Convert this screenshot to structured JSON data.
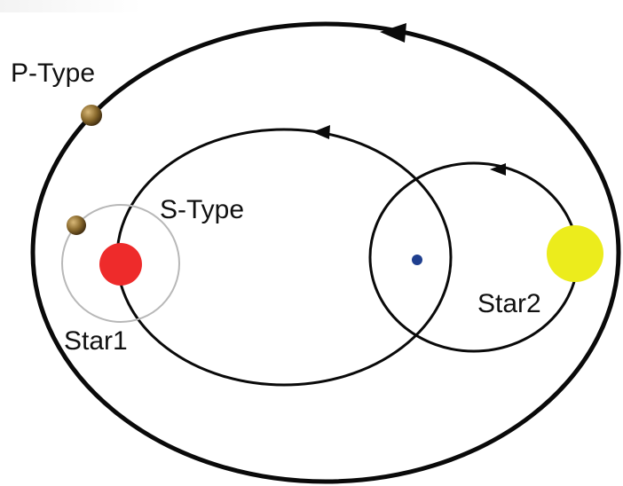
{
  "labels": {
    "p_type": "P-Type",
    "s_type": "S-Type",
    "star1": "Star1",
    "star2": "Star2"
  },
  "colors": {
    "star1": "#ee2b2b",
    "star2": "#ecec1c",
    "barycenter": "#1f3f8f",
    "planet": "#8b6b2e",
    "orbit_line": "#0a0a0a",
    "planet_orbit": "#b8b8b8"
  }
}
